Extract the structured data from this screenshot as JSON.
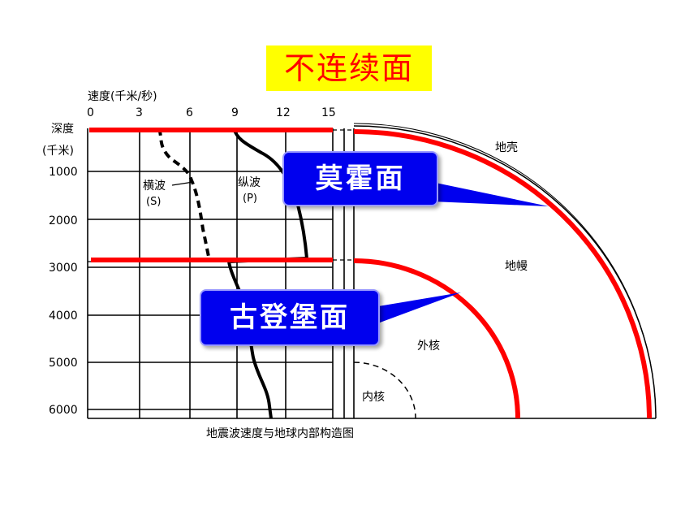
{
  "title": "不连续面",
  "caption": "地震波速度与地球内部构造图",
  "axes": {
    "x_title": "速度(千米/秒)",
    "x_ticks": [
      "0",
      "3",
      "6",
      "9",
      "12",
      "15"
    ],
    "y_title_line1": "深度",
    "y_title_line2": "(千米)",
    "y_ticks": [
      "1000",
      "2000",
      "3000",
      "4000",
      "5000",
      "6000"
    ]
  },
  "curves": {
    "s_wave_label": "横波",
    "s_wave_sub": "(S)",
    "p_wave_label": "纵波",
    "p_wave_sub": "(P)"
  },
  "layers": {
    "crust": "地壳",
    "mantle": "地幔",
    "outer_core": "外核",
    "inner_core": "内核"
  },
  "callouts": {
    "moho": "莫霍面",
    "gutenberg": "古登堡面"
  },
  "colors": {
    "title_bg": "#ffff00",
    "title_text": "#ff0000",
    "boundary_line": "#ff0000",
    "callout_bg": "#0000ee",
    "callout_text": "#ffffff"
  }
}
